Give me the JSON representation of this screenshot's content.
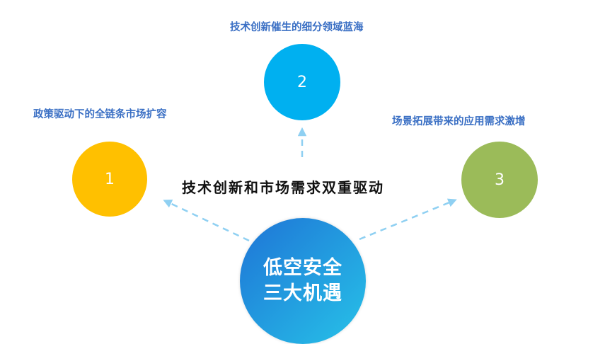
{
  "headline": "技术创新和市场需求双重驱动",
  "center": {
    "line1": "低空安全",
    "line2": "三大机遇",
    "color_start": "#1e74d6",
    "color_end": "#27c2e8"
  },
  "opportunities": [
    {
      "number": "1",
      "label": "政策驱动下的全链条市场扩容",
      "color": "#ffc000"
    },
    {
      "number": "2",
      "label": "技术创新催生的细分领域蓝海",
      "color": "#00b0f0"
    },
    {
      "number": "3",
      "label": "场景拓展带来的应用需求激增",
      "color": "#9bbb59"
    }
  ],
  "colors": {
    "label_text": "#3a6fc4",
    "arrow": "#8fd0f2"
  }
}
